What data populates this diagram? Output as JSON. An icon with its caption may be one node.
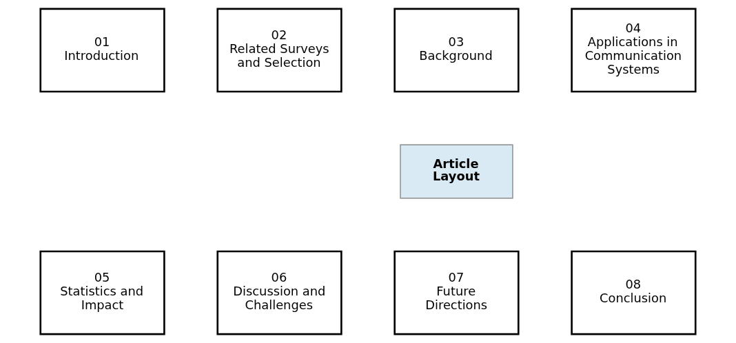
{
  "diagram": {
    "nodes": [
      {
        "text": [
          "01",
          "Introduction"
        ]
      },
      {
        "text": [
          "02",
          "Related Surveys and Selection"
        ]
      },
      {
        "text": [
          "03",
          "Background"
        ]
      },
      {
        "text": [
          "04",
          "Applications in Communication Systems"
        ]
      },
      {
        "text": [
          "Article Layout"
        ]
      },
      {
        "text": [
          "05",
          "Statistics and Impact"
        ]
      },
      {
        "text": [
          "06",
          "Discussion and Challenges"
        ]
      },
      {
        "text": [
          "07",
          "Future Directions"
        ]
      },
      {
        "text": [
          "08",
          "Conclusion"
        ]
      }
    ],
    "edges": []
  }
}
